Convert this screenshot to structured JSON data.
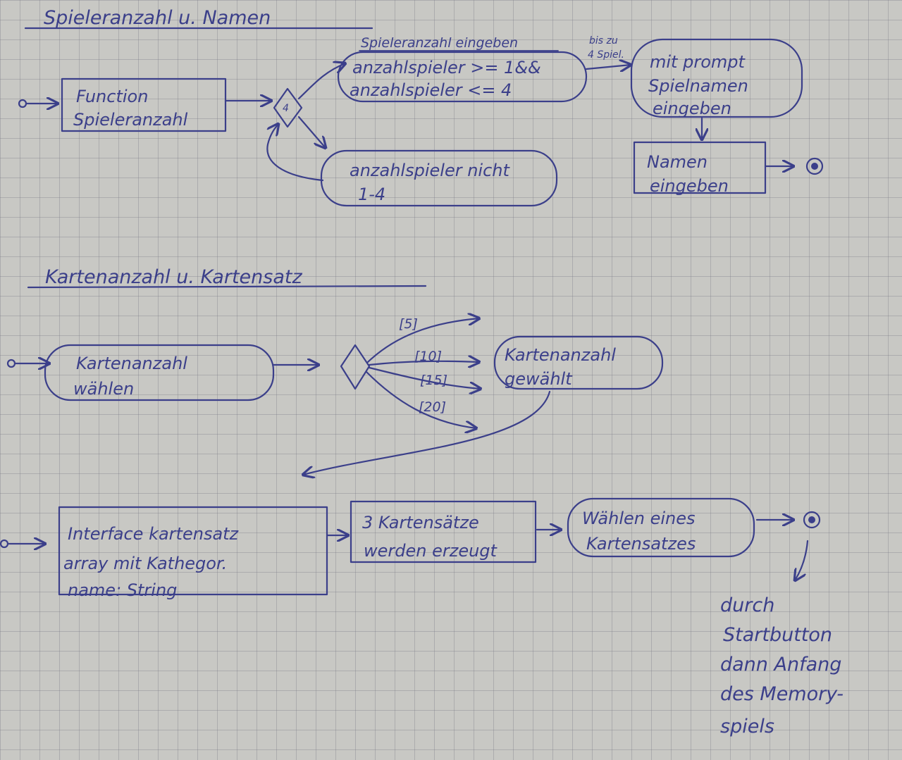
{
  "colors": {
    "ink": "#3b3f8a",
    "paper": "#c8c8c4",
    "grid": "#8a8a90"
  },
  "section1": {
    "heading": "Spieleranzahl u. Namen",
    "function_box": [
      "Function",
      "Spieleranzahl"
    ],
    "decision_label": "4",
    "eingabe_caption": "Spieleranzahl eingeben",
    "valid_box": [
      "anzahlspieler >= 1&&",
      "anzahlspieler <= 4"
    ],
    "invalid_box": [
      "anzahlspieler nicht",
      "1-4"
    ],
    "bis_label": [
      "bis zu",
      "4 Spiel."
    ],
    "prompt_box": [
      "mit prompt",
      "Spielnamen",
      "eingeben"
    ],
    "namen_box": [
      "Namen",
      "eingeben"
    ]
  },
  "section2": {
    "heading": "Kartenanzahl u. Kartensatz",
    "kartenanzahl_box": [
      "Kartenanzahl",
      "wählen"
    ],
    "options": [
      "[5]",
      "[10]",
      "[15]",
      "[20]"
    ],
    "gewaehlt_box": [
      "Kartenanzahl",
      "gewählt"
    ]
  },
  "section3": {
    "interface_box": [
      "Interface kartensatz",
      "array mit Kathegor.",
      "name: String"
    ],
    "kartensaetze_box": [
      "3 Kartensätze",
      "werden erzeugt"
    ],
    "waehlen_box": [
      "Wählen eines",
      "Kartensatzes"
    ],
    "note": [
      "durch",
      "Startbutton",
      "dann Anfang",
      "des Memory-",
      "spiels"
    ]
  }
}
